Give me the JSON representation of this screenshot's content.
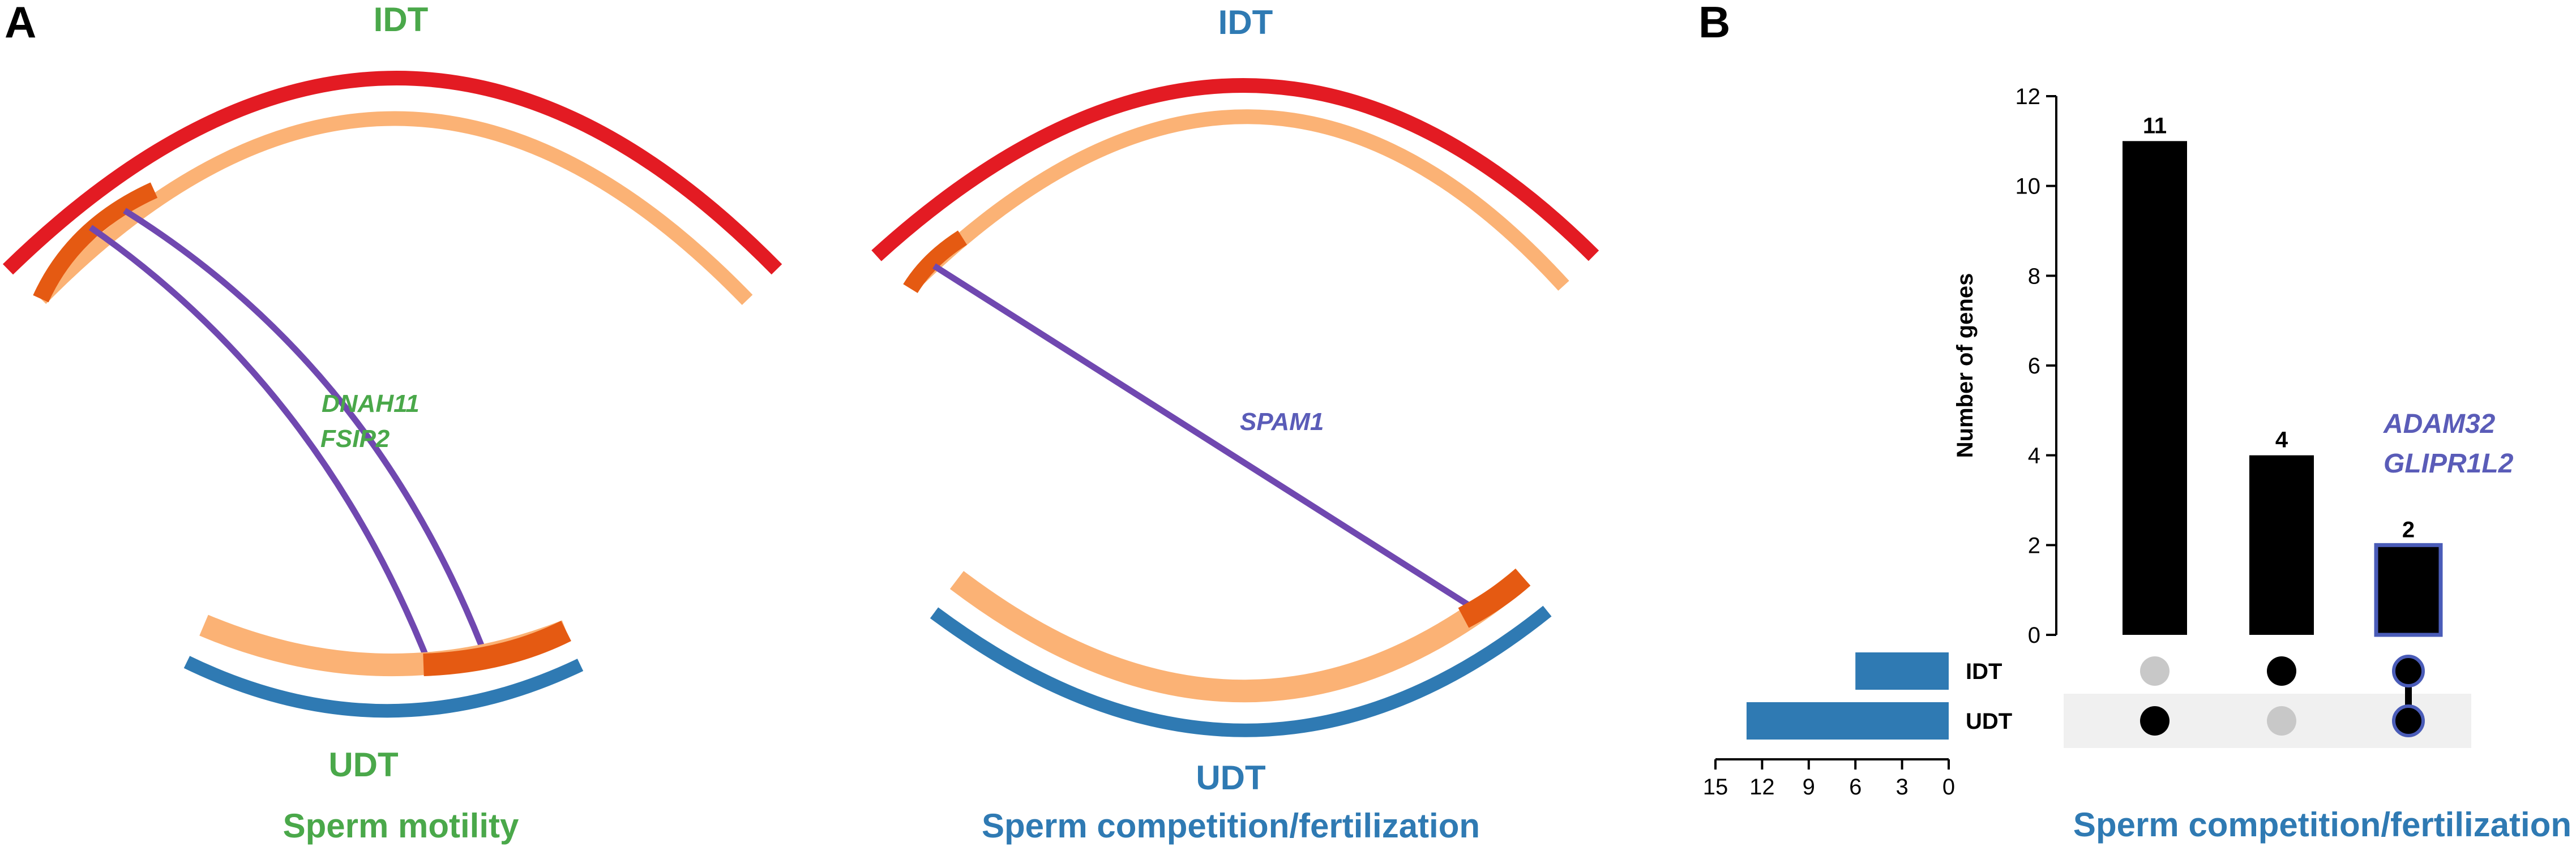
{
  "panels": {
    "a": {
      "letter": "A",
      "circos_left": {
        "top_label": "IDT",
        "bottom_label": "UDT",
        "genes": [
          "DNAH11",
          "FSIP2"
        ],
        "caption": "Sperm motility",
        "label_color": "#4aa84a"
      },
      "circos_right": {
        "top_label": "IDT",
        "bottom_label": "UDT",
        "genes": [
          "SPAM1"
        ],
        "caption": "Sperm competition/fertilization",
        "label_color": "#2f7ab3",
        "gene_color": "#5a5cb8"
      }
    },
    "b": {
      "letter": "B",
      "caption": "Sperm competition/fertilization",
      "caption_color": "#2f7ab3",
      "gene_annotation": [
        "ADAM32",
        "GLIPR1L2"
      ],
      "gene_annotation_color": "#5a5cb8"
    }
  },
  "colors": {
    "idt_arc": "#e31b23",
    "inner_arc": "#fbb275",
    "highlight": "#e55a12",
    "udt_arc": "#2f7ab3",
    "link": "#7048b0",
    "bar": "#000000",
    "set_bar": "#2f7ab3",
    "dot_on": "#000000",
    "dot_off": "#c8c8c8",
    "highlight_outline": "#4a5cb8"
  },
  "chart_data": {
    "type": "bar",
    "subtype": "upset",
    "ylabel": "Number of genes",
    "ylim": [
      0,
      12
    ],
    "yticks": [
      0,
      2,
      4,
      6,
      8,
      10,
      12
    ],
    "intersections": [
      {
        "sets": [
          "UDT"
        ],
        "value": 11,
        "label": "11"
      },
      {
        "sets": [
          "IDT"
        ],
        "value": 4,
        "label": "4"
      },
      {
        "sets": [
          "IDT",
          "UDT"
        ],
        "value": 2,
        "label": "2",
        "highlighted": true
      }
    ],
    "set_sizes": [
      {
        "name": "IDT",
        "value": 6
      },
      {
        "name": "UDT",
        "value": 13
      }
    ],
    "set_axis": {
      "ticks": [
        15,
        12,
        9,
        6,
        3,
        0
      ],
      "xlim": [
        0,
        15
      ]
    }
  }
}
